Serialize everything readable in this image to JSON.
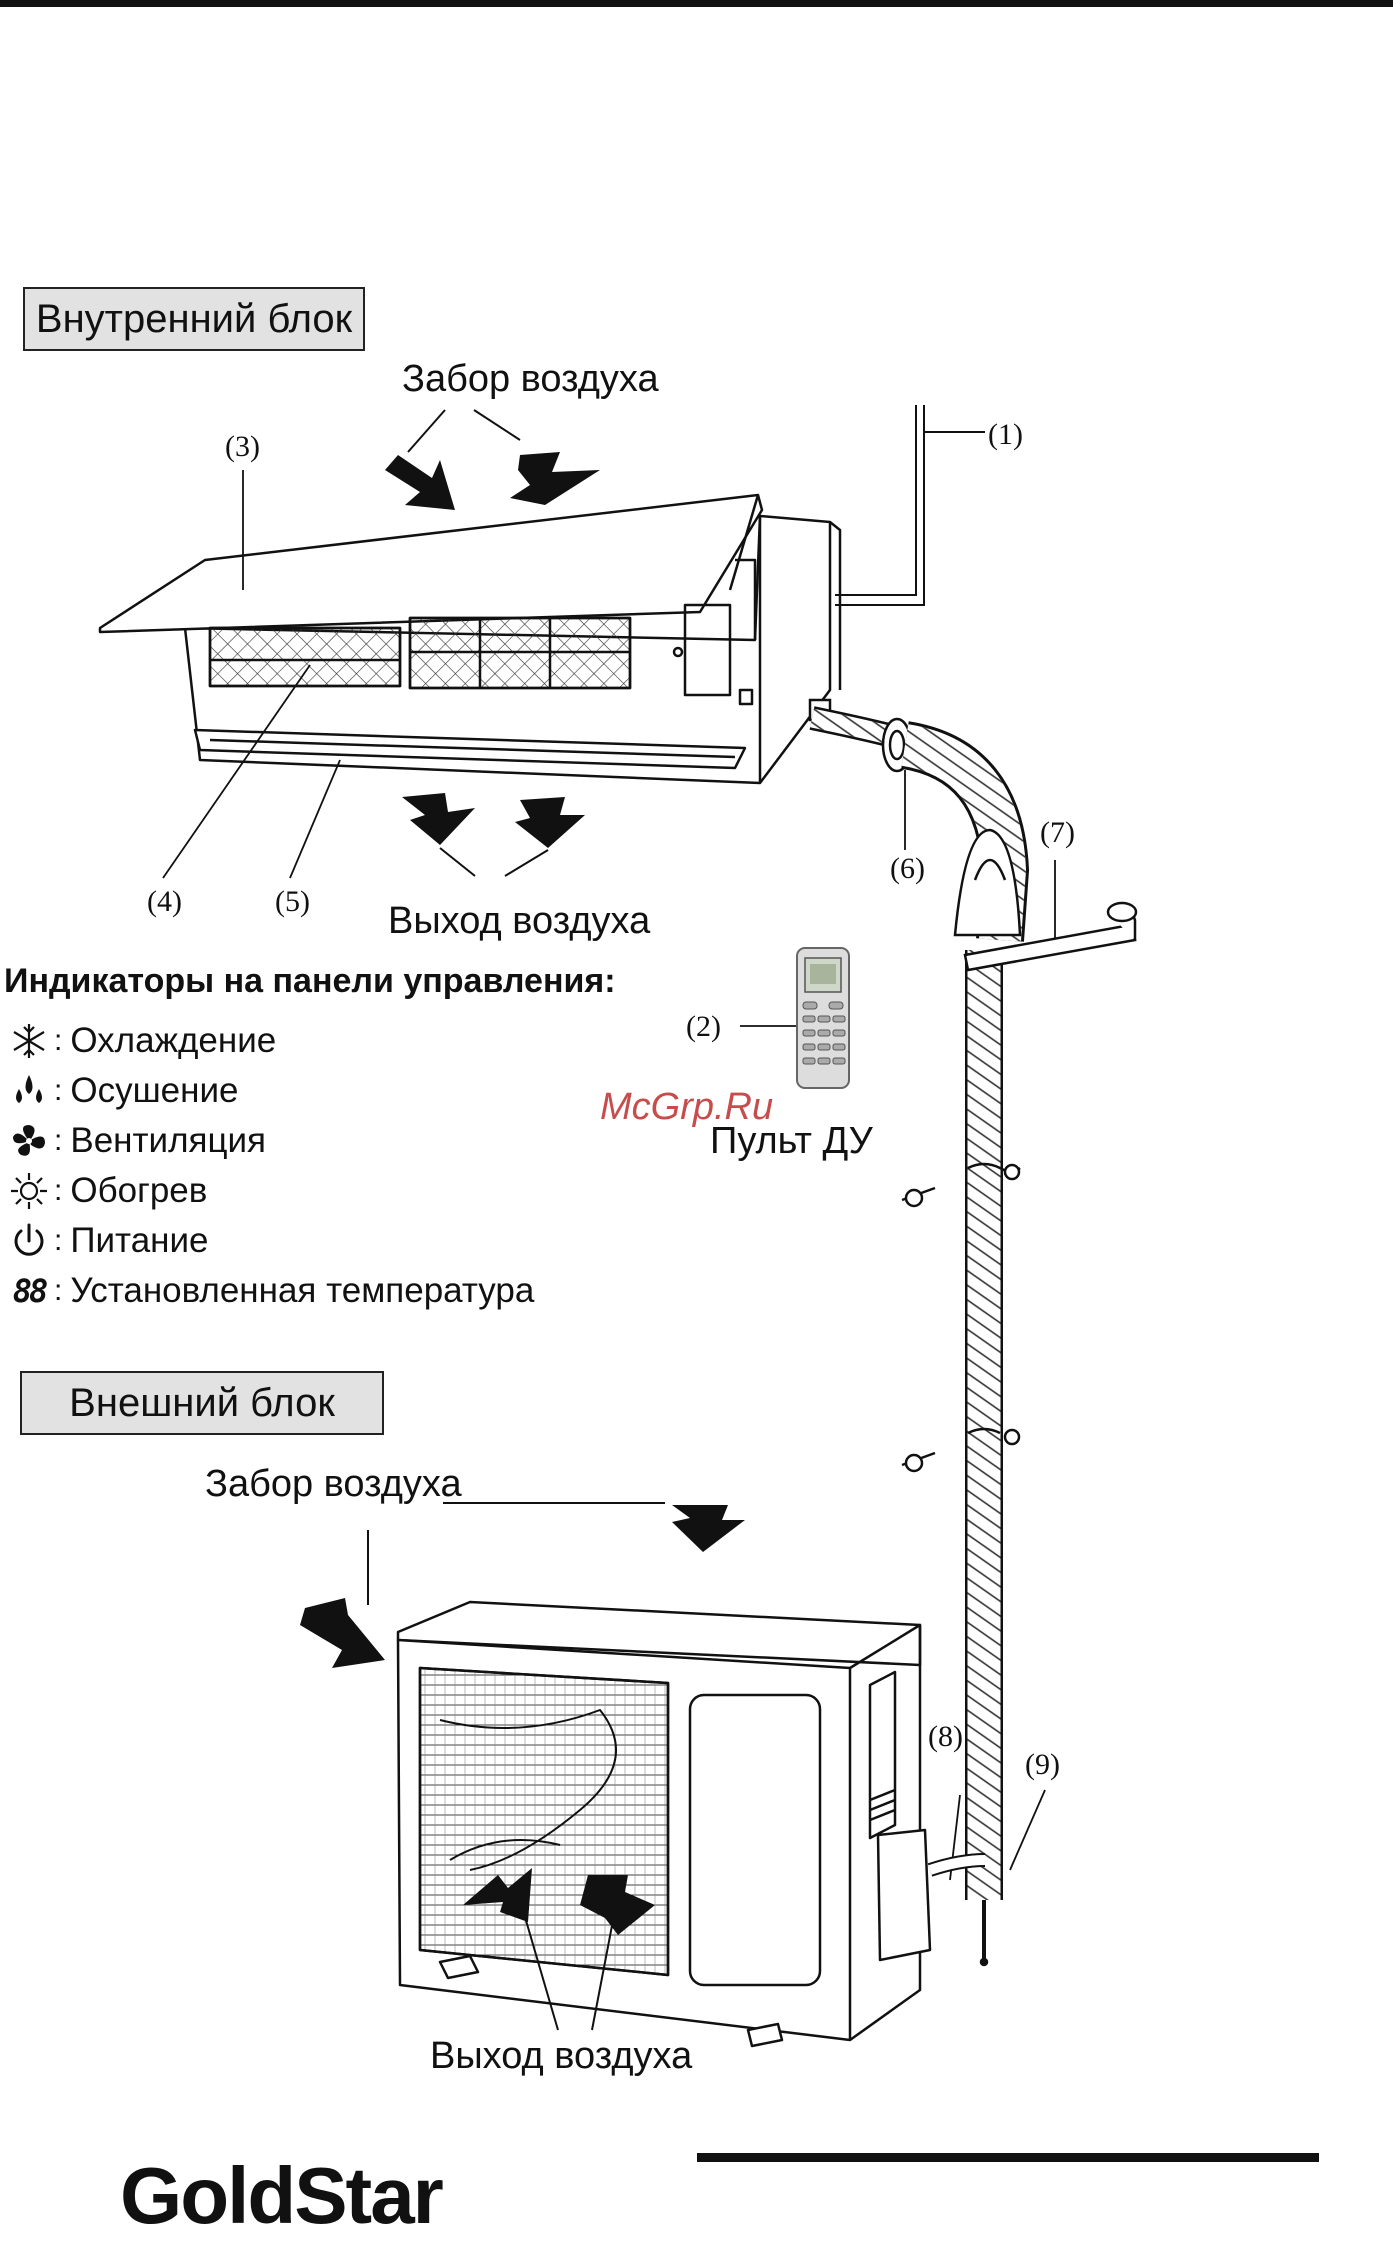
{
  "sections": {
    "indoor": "Внутренний блок",
    "outdoor": "Внешний блок"
  },
  "labels": {
    "intake_top": "Забор воздуха",
    "outlet_indoor": "Выход воздуха",
    "remote": "Пульт ДУ",
    "intake_outdoor": "Забор воздуха",
    "outlet_outdoor": "Выход воздуха"
  },
  "callouts": [
    "(1)",
    "(2)",
    "(3)",
    "(4)",
    "(5)",
    "(6)",
    "(7)",
    "(8)",
    "(9)"
  ],
  "indicators": {
    "title": "Индикаторы на панели управления:",
    "items": [
      {
        "icon": "snowflake-icon",
        "text": "Охлаждение"
      },
      {
        "icon": "droplets-icon",
        "text": "Осушение"
      },
      {
        "icon": "fan-icon",
        "text": "Вентиляция"
      },
      {
        "icon": "sun-icon",
        "text": "Обогрев"
      },
      {
        "icon": "power-icon",
        "text": "Питание"
      },
      {
        "icon": "digits-icon",
        "text": "Установленная температура",
        "glyph": "88"
      }
    ],
    "separator": ":"
  },
  "watermark": "McGrp.Ru",
  "logo": "GoldStar"
}
